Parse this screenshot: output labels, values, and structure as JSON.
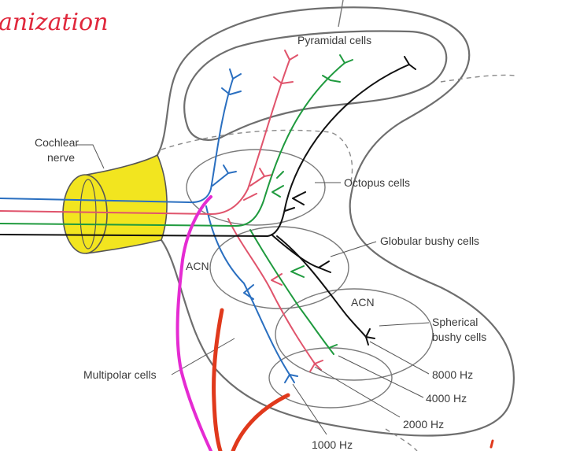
{
  "handwritten_heading": "anization",
  "labels": {
    "cochlear_nerve_line1": "Cochlear",
    "cochlear_nerve_line2": "nerve",
    "pyramidal": "Pyramidal cells",
    "octopus": "Octopus cells",
    "globular_bushy": "Globular bushy cells",
    "acn_left": "ACN",
    "acn_right": "ACN",
    "spherical_line1": "Spherical",
    "spherical_line2": "bushy cells",
    "multipolar": "Multipolar cells",
    "hz_8000": "8000 Hz",
    "hz_4000": "4000 Hz",
    "hz_2000": "2000 Hz",
    "hz_1000": "1000 Hz"
  },
  "colors": {
    "nerve_fill": "#f2e51f",
    "fiber_1000": "#2a6fc0",
    "fiber_2000": "#e0546c",
    "fiber_4000": "#1f9a3e",
    "fiber_8000": "#111111",
    "annotation_magenta": "#e52bd2",
    "annotation_red": "#e0391c"
  }
}
